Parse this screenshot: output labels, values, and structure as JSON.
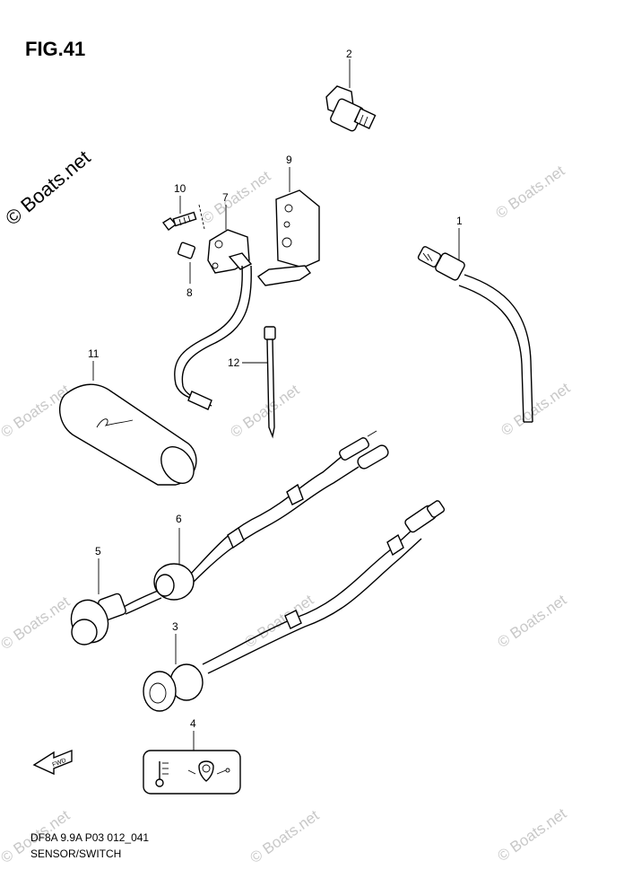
{
  "figure": {
    "title": "FIG.41",
    "code": "DF8A 9.9A P03 012_041",
    "description": "SENSOR/SWITCH"
  },
  "watermark": {
    "text": "© Boats.net",
    "color": "#c8c8c8"
  },
  "callouts": [
    "1",
    "2",
    "3",
    "4",
    "5",
    "6",
    "7",
    "8",
    "9",
    "10",
    "11",
    "12"
  ],
  "fwd_label": "FWD"
}
